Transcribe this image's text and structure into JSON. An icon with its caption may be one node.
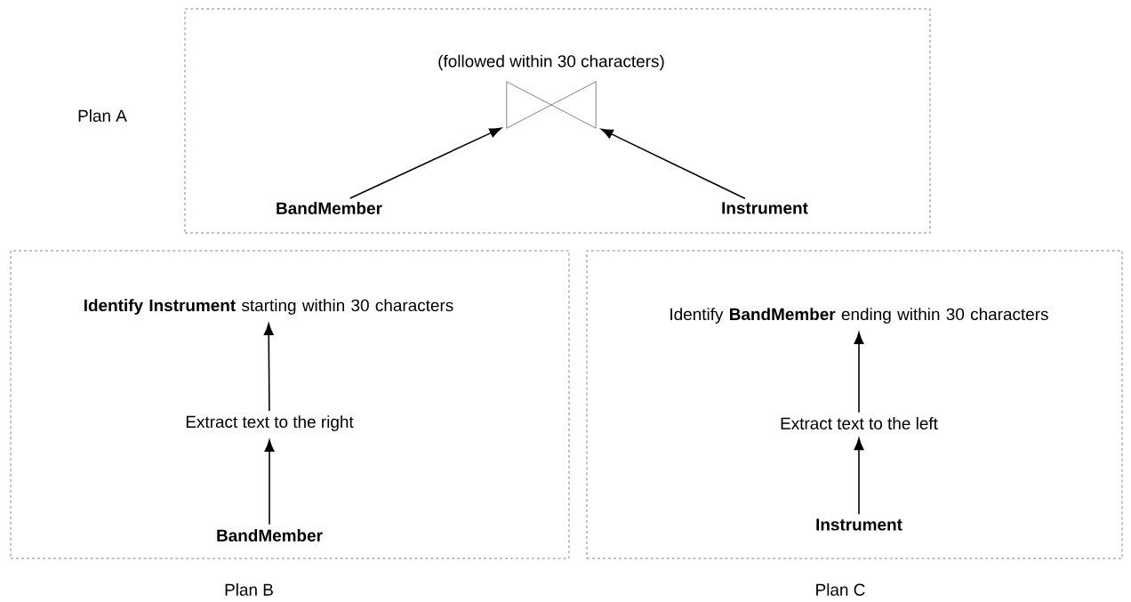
{
  "diagram": {
    "nodes": [
      {
        "text": [
          "Plan A"
        ]
      },
      {
        "text": [
          "(followed within 30 characters)"
        ],
        "in": 0
      },
      {
        "text": [
          "BandMember"
        ],
        "in": 0
      },
      {
        "text": [
          "Instrument"
        ],
        "in": 0
      },
      {
        "text": [
          "Plan B"
        ]
      },
      {
        "text": [
          "**Identify Instrument** starting within 30 characters"
        ],
        "in": 4
      },
      {
        "text": [
          "Extract text to the right"
        ],
        "in": 4
      },
      {
        "text": [
          "BandMember"
        ],
        "in": 4
      },
      {
        "text": [
          "Plan C"
        ]
      },
      {
        "text": [
          "Identify **BandMember** ending within 30 characters"
        ],
        "in": 8
      },
      {
        "text": [
          "Extract text to the left"
        ],
        "in": 8
      },
      {
        "text": [
          "Instrument"
        ],
        "in": 8
      }
    ],
    "edges": [
      {
        "from": 2,
        "to": 1,
        "arrow": "to"
      },
      {
        "from": 3,
        "to": 1,
        "arrow": "to"
      },
      {
        "from": 7,
        "to": 6,
        "arrow": "to"
      },
      {
        "from": 6,
        "to": 5,
        "arrow": "to"
      },
      {
        "from": 11,
        "to": 10,
        "arrow": "to"
      },
      {
        "from": 10,
        "to": 9,
        "arrow": "to"
      }
    ]
  }
}
